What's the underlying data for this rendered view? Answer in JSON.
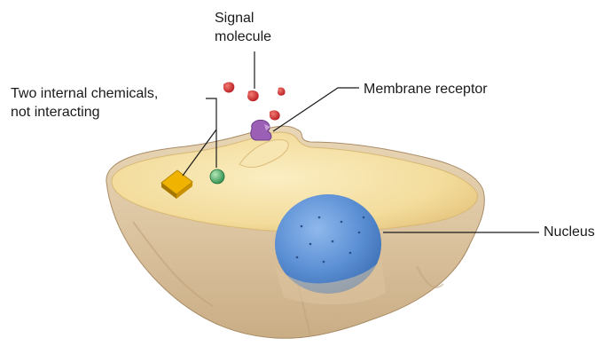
{
  "labels": {
    "signal_molecule": [
      "Signal",
      "molecule"
    ],
    "internal_chemicals": [
      "Two internal chemicals,",
      "not interacting"
    ],
    "membrane_receptor": "Membrane receptor",
    "nucleus": "Nucleus"
  },
  "colors": {
    "cell_wall": "#d9c3a2",
    "cytoplasm": "#f5e3a8",
    "nucleus": "#5b8fd4",
    "signal_molecule": "#d8262a",
    "receptor": "#9b5fb5",
    "internal_chemical_square": "#f0b400",
    "internal_chemical_sphere": "#3aa860",
    "leader_line": "#1a1a1a"
  }
}
